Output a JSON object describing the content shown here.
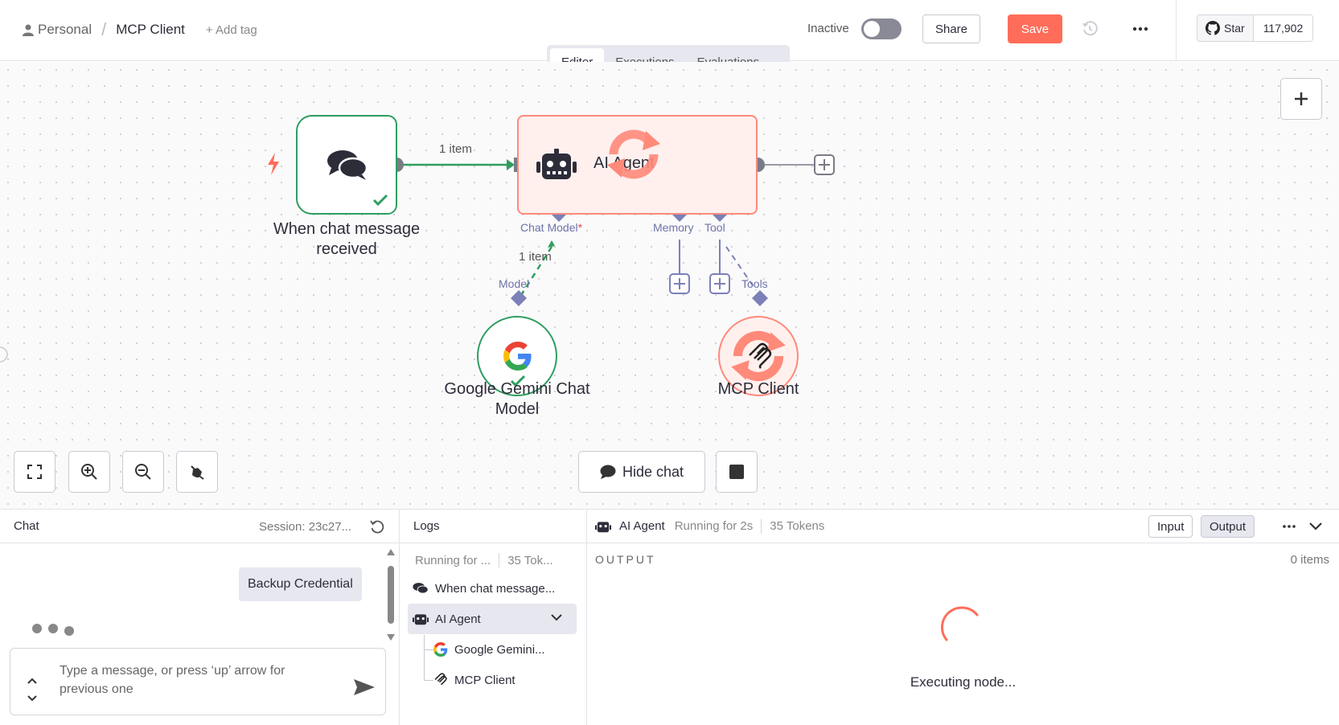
{
  "header": {
    "breadcrumb_owner": "Personal",
    "breadcrumb_sep": "/",
    "workflow_name": "MCP Client",
    "add_tag": "+ Add tag",
    "status_label": "Inactive",
    "share_label": "Share",
    "save_label": "Save",
    "github_star_label": "Star",
    "github_star_count": "117,902"
  },
  "tabs": [
    {
      "label": "Editor",
      "active": true
    },
    {
      "label": "Executions",
      "active": false
    },
    {
      "label": "Evaluations",
      "active": false
    }
  ],
  "canvas": {
    "nodes": {
      "trigger": "When chat message received",
      "agent": "AI Agent",
      "gemini": "Google Gemini Chat Model",
      "mcp": "MCP Client"
    },
    "connections": {
      "main_items": "1 item",
      "model_items": "1 item",
      "chat_model": "Chat Model",
      "required_mark": "*",
      "memory": "Memory",
      "tool": "Tool",
      "model": "Model",
      "tools": "Tools"
    },
    "hide_chat_label": "Hide chat"
  },
  "chat": {
    "title": "Chat",
    "session": "Session: 23c27...",
    "message": "Backup Credential",
    "input_placeholder": "Type a message, or press ‘up’ arrow for previous one"
  },
  "logs": {
    "title": "Logs",
    "running": "Running for ...",
    "tokens": "35 Tok...",
    "items": [
      {
        "label": "When chat message...",
        "icon": "chat-bubbles-icon"
      },
      {
        "label": "AI Agent",
        "icon": "robot-icon",
        "selected": true
      },
      {
        "label": "Google Gemini...",
        "icon": "google-icon"
      },
      {
        "label": "MCP Client",
        "icon": "mcp-icon"
      }
    ]
  },
  "output": {
    "node_name": "AI Agent",
    "running": "Running for 2s",
    "tokens": "35 Tokens",
    "input_label": "Input",
    "output_label": "Output",
    "section_label": "OUTPUT",
    "items_count": "0 items",
    "status": "Executing node..."
  },
  "colors": {
    "accent": "#ff6d5a",
    "success": "#2f9e5f",
    "connector": "#7b80b8",
    "running_bg": "#fff0ee"
  }
}
